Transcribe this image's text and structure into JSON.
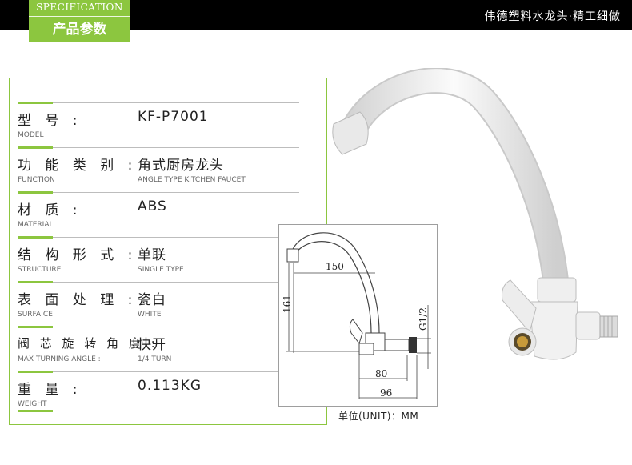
{
  "header": {
    "tag_en": "SPECIFICATION",
    "tag_cn": "产品参数",
    "slogan": "伟德塑料水龙头·精工细做"
  },
  "specs": [
    {
      "label": "型 号 :",
      "sub": "MODEL",
      "value": "KF-P7001",
      "value_sub": ""
    },
    {
      "label": "功 能 类 别 :",
      "sub": "FUNCTION",
      "value": "角式厨房龙头",
      "value_sub": "ANGLE TYPE KITCHEN FAUCET"
    },
    {
      "label": "材 质 :",
      "sub": "MATERIAL",
      "value": "ABS",
      "value_sub": ""
    },
    {
      "label": "结 构 形 式 :",
      "sub": "STRUCTURE",
      "value": "单联",
      "value_sub": "SINGLE TYPE"
    },
    {
      "label": "表 面 处 理 :",
      "sub": "SURFA CE",
      "value": "瓷白",
      "value_sub": "WHITE"
    },
    {
      "label": "阀 芯 旋 转 角 度 :",
      "sub": "MAX TURNING ANGLE :",
      "value": "快开",
      "value_sub": "1/4 TURN"
    },
    {
      "label": "重 量 :",
      "sub": "WEIGHT",
      "value": "0.113KG",
      "value_sub": ""
    }
  ],
  "diagram": {
    "dim_150": "150",
    "dim_161": "161",
    "dim_80": "80",
    "dim_96": "96",
    "dim_g12": "G1/2",
    "unit": "单位(UNIT)：MM"
  },
  "colors": {
    "accent": "#8cc63f",
    "topbar": "#000000",
    "faucet": "#f2f2f2"
  }
}
